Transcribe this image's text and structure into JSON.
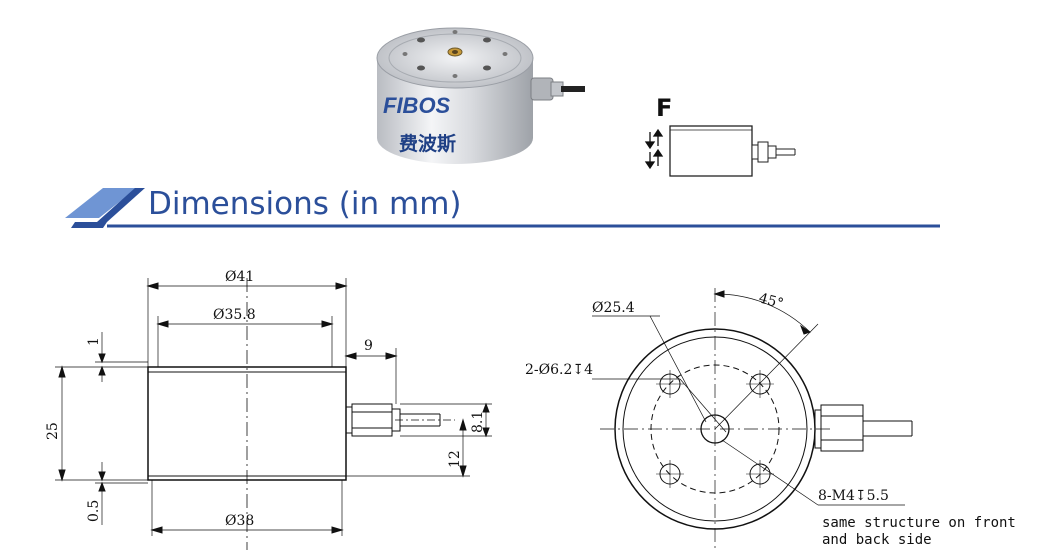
{
  "product": {
    "brand_logo_text": "FIBOS",
    "brand_chinese": "费波斯"
  },
  "force_symbol": "F",
  "heading": "Dimensions (in mm)",
  "side_view": {
    "dia_outer": "Ø41",
    "dia_inner": "Ø35.8",
    "dia_bottom": "Ø38",
    "top_step": "1",
    "height": "25",
    "bottom_step": "0.5",
    "connector_length": "9",
    "cable_dia": "8.1",
    "connector_center": "12"
  },
  "top_view": {
    "pitch_circle": "Ø25.4",
    "through_holes": "2-Ø6.2↧4",
    "angle": "45°",
    "threaded_holes": "8-M4↧5.5"
  },
  "note_line1": "same structure on front",
  "note_line2": "and back side",
  "colors": {
    "accent": "#2b4f9a",
    "banner_light": "#5b86cc"
  }
}
